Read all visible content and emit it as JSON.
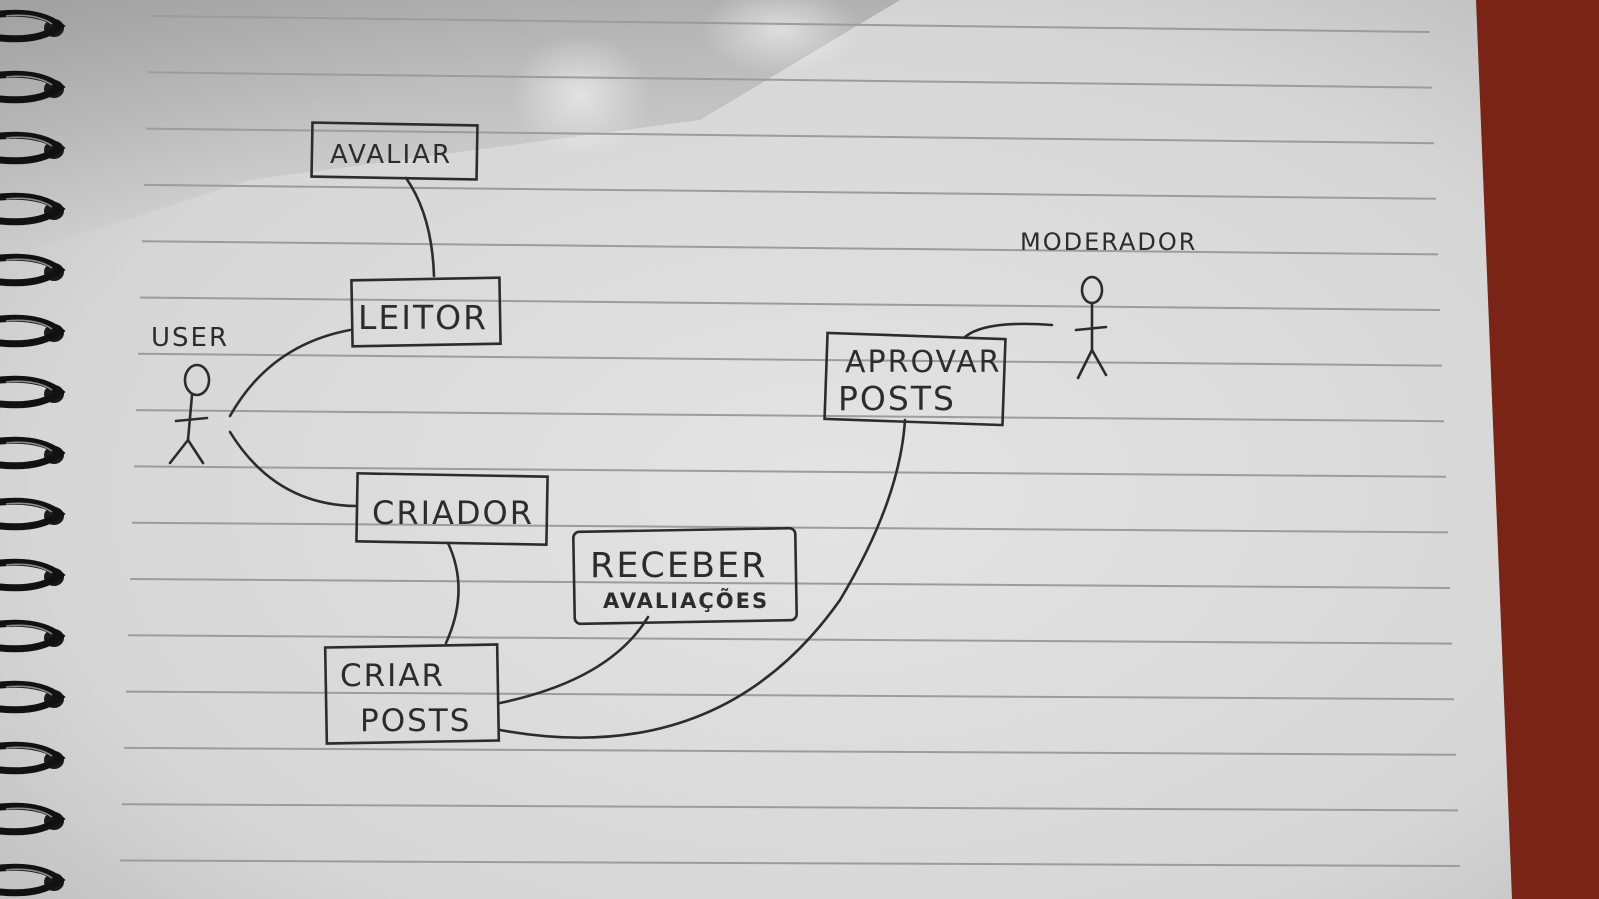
{
  "diagram": {
    "actors": {
      "user": "USER",
      "moderator": "MODERADOR"
    },
    "boxes": {
      "avaliar": "AVALIAR",
      "leitor": "LEITOR",
      "criador": "CRIADOR",
      "receber_line1": "RECEBER",
      "receber_line2": "AVALIAÇÕES",
      "criar_line1": "CRIAR",
      "criar_line2": "POSTS",
      "aprovar_line1": "APROVAR",
      "aprovar_line2": "POSTS"
    }
  },
  "colors": {
    "ink": "#2c2c2c",
    "paper": "#dcdcdc",
    "rule_line": "#9c9c9c",
    "background": "#7a2416",
    "binding": "#111111"
  }
}
